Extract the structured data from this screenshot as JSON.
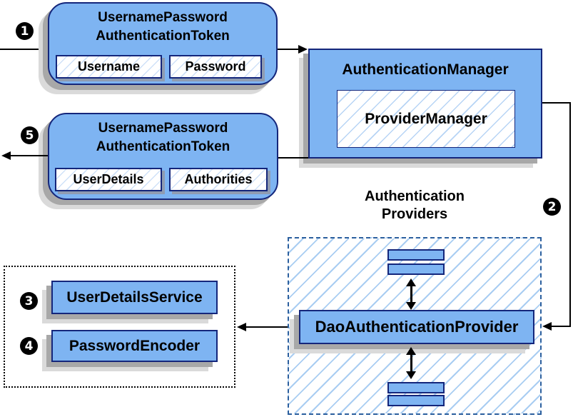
{
  "diagram": {
    "steps": [
      "1",
      "2",
      "3",
      "4",
      "5"
    ],
    "request_token": {
      "title1": "UsernamePassword",
      "title2": "AuthenticationToken",
      "field1": "Username",
      "field2": "Password"
    },
    "auth_manager": {
      "title": "AuthenticationManager",
      "inner": "ProviderManager"
    },
    "response_token": {
      "title1": "UsernamePassword",
      "title2": "AuthenticationToken",
      "field1": "UserDetails",
      "field2": "Authorities"
    },
    "providers": {
      "title1": "Authentication",
      "title2": "Providers",
      "main": "DaoAuthenticationProvider"
    },
    "services": {
      "item1": "UserDetailsService",
      "item2": "PasswordEncoder"
    },
    "colors": {
      "node_fill": "#7eb4f2",
      "node_border": "#14267b",
      "hatch_line": "#a9cdf2",
      "field_hatch_line": "#cfe1f8",
      "dashed_border": "#2b5f9e",
      "shadow_dark": "#a8a8a8",
      "shadow_light": "#dadada",
      "connector": "#000000",
      "badge_bg": "#000000",
      "badge_text": "#ffffff"
    }
  }
}
